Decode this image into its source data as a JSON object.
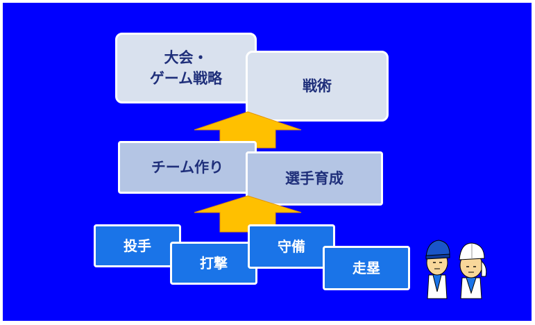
{
  "colors": {
    "background": "#0000ff",
    "top_box_fill": "#d9e1ee",
    "mid_box_fill": "#b4c5e4",
    "skill_box_fill": "#1a74e8",
    "box_text_dark": "#1f2f7a",
    "arrow_fill": "#ffc000"
  },
  "top": {
    "strategy_line1": "大会・",
    "strategy_line2": "ゲーム戦略",
    "tactics": "戦術"
  },
  "middle": {
    "team_building": "チーム作り",
    "player_development": "選手育成"
  },
  "skills": {
    "pitching": "投手",
    "batting": "打撃",
    "fielding": "守備",
    "baserunning": "走塁"
  },
  "figures": {
    "icon": "baseball-players-icon"
  },
  "arrows": {
    "icon": "up-arrow-icon"
  }
}
